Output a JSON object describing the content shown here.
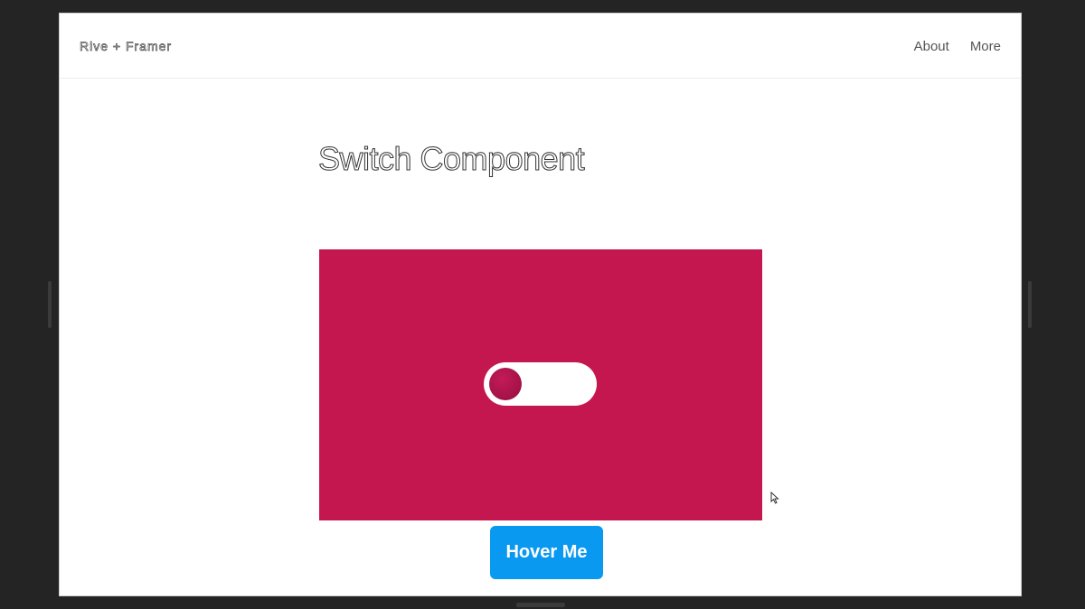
{
  "nav": {
    "brand": "Rive + Framer",
    "links": [
      "About",
      "More"
    ]
  },
  "main": {
    "title": "Switch Component",
    "switch": {
      "state": "off"
    },
    "button_label": "Hover Me"
  },
  "colors": {
    "canvas_background": "#c4174f",
    "switch_track": "#ffffff",
    "switch_knob": "#a01246",
    "button_background": "#0a99f0",
    "button_text": "#ffffff"
  },
  "icons": [
    "mouse-cursor-icon"
  ]
}
